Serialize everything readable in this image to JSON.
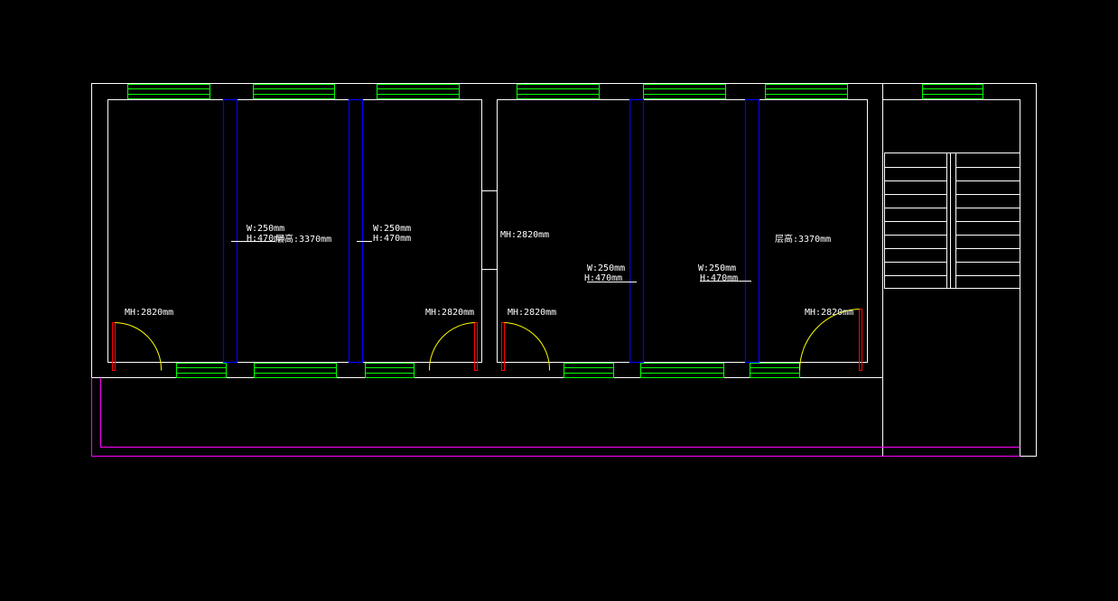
{
  "colors": {
    "background": "#000000",
    "wall": "#ffffff",
    "window": "#00ff00",
    "beam": "#0000ff",
    "door_leaf": "#ff0000",
    "door_swing": "#ffff00",
    "balcony": "#ff00ff",
    "stair": "#ffffff"
  },
  "labels": {
    "beam1_w": "W:250mm",
    "beam1_h": "H:470mm",
    "beam2_w": "W:250mm",
    "beam2_h": "H:470mm",
    "beam3_w": "W:250mm",
    "beam3_h": "H:470mm",
    "beam4_w": "W:250mm",
    "beam4_h": "H:470mm",
    "floor_height_left": "层高:3370mm",
    "floor_height_right": "层高:3370mm",
    "door_h_1": "MH:2820mm",
    "door_h_2": "MH:2820mm",
    "door_h_3": "MH:2820mm",
    "door_h_4": "MH:2820mm",
    "door_h_partition": "MH:2820mm"
  }
}
